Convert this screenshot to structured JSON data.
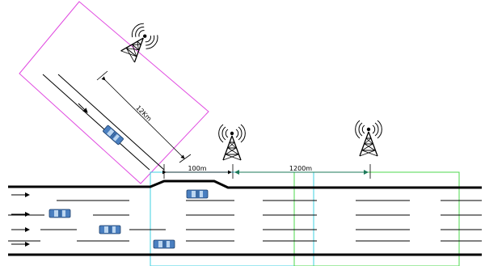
{
  "labels": {
    "ramp_length": "12Km",
    "gap_distance": "100m",
    "tower_spacing": "1200m"
  },
  "colors": {
    "ramp_zone": "#e04ae0",
    "zone_cyan": "#3fd0e0",
    "zone_green": "#4cd94c",
    "dim_arrow": "#1e7a5a",
    "vehicle": "#4a7fc0",
    "road": "#000000"
  },
  "icons": [
    "cell-tower-icon",
    "car-icon",
    "arrow-icon"
  ],
  "lanes": 4,
  "towers": 3,
  "vehicles": 5
}
